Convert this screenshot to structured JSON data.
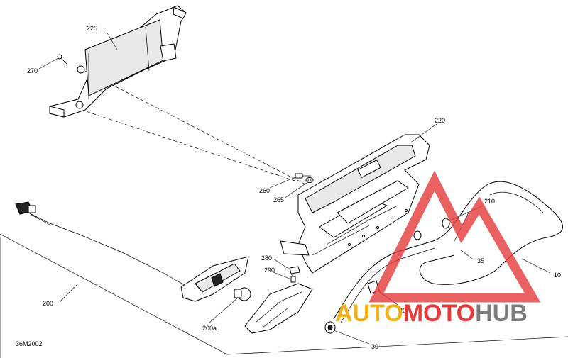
{
  "diagram": {
    "code": "36M2002",
    "callouts": [
      {
        "id": "c225",
        "label": "225"
      },
      {
        "id": "c270",
        "label": "270"
      },
      {
        "id": "c220",
        "label": "220"
      },
      {
        "id": "c260",
        "label": "260"
      },
      {
        "id": "c265",
        "label": "265"
      },
      {
        "id": "c280",
        "label": "280"
      },
      {
        "id": "c290",
        "label": "290"
      },
      {
        "id": "c210",
        "label": "210"
      },
      {
        "id": "c35",
        "label": "35"
      },
      {
        "id": "c10",
        "label": "10"
      },
      {
        "id": "c20",
        "label": "20"
      },
      {
        "id": "c30",
        "label": "30"
      },
      {
        "id": "c200",
        "label": "200"
      },
      {
        "id": "c200a",
        "label": "200a"
      }
    ]
  },
  "watermark": {
    "word_part1": "AUTO",
    "word_part2": "MOTO",
    "word_part3": "HUB",
    "color_yellow": "#f2b21c",
    "color_red": "#e43a3a",
    "color_gray": "#7d7d7d"
  }
}
